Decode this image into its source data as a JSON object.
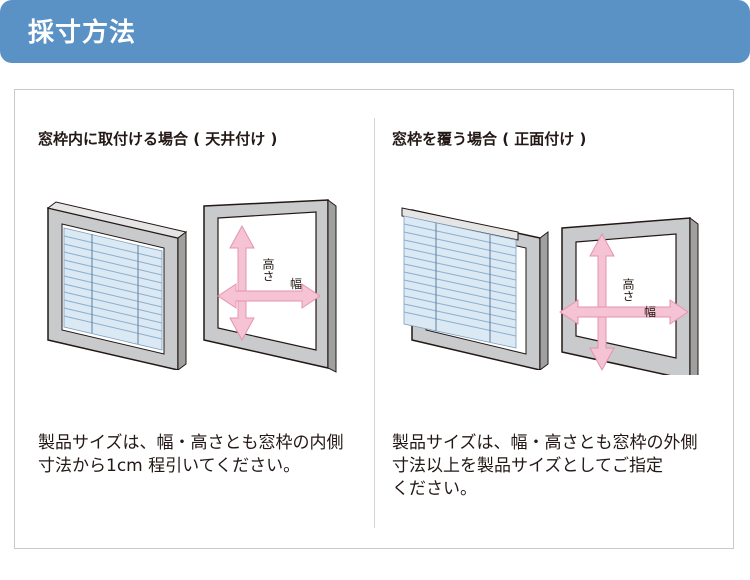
{
  "header": {
    "title": "採寸方法"
  },
  "left": {
    "title": "窓枠内に取付ける場合 ( 天井付け )",
    "description_line1": "製品サイズは、幅・高さとも窓枠の内側",
    "description_line2": "寸法から1cm 程引いてください。",
    "label_height": "高さ",
    "label_width": "幅"
  },
  "right": {
    "title": "窓枠を覆う場合 ( 正面付け )",
    "description_line1": "製品サイズは、幅・高さとも窓枠の外側",
    "description_line2": "寸法以上を製品サイズとしてご指定",
    "description_line3": "ください。",
    "label_height": "高さ",
    "label_width": "幅"
  },
  "colors": {
    "header": "#5b92c6",
    "frame": "#b5b5b6",
    "blind": "#dbe9f4",
    "arrow": "#f5c3d3",
    "arrow_stroke": "#e493b0"
  }
}
